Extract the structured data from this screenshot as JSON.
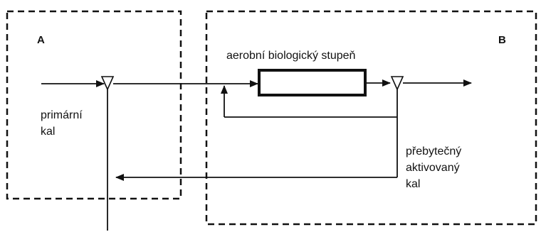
{
  "zones": {
    "a": {
      "letter": "A"
    },
    "b": {
      "letter": "B"
    }
  },
  "labels": {
    "stage": "aerobní biologický stupeň",
    "primary_sludge": [
      "primární",
      "kal"
    ],
    "excess_sludge": [
      "přebytečný",
      "aktivovaný",
      "kal"
    ]
  },
  "colors": {
    "line": "#111111",
    "background": "#ffffff"
  }
}
